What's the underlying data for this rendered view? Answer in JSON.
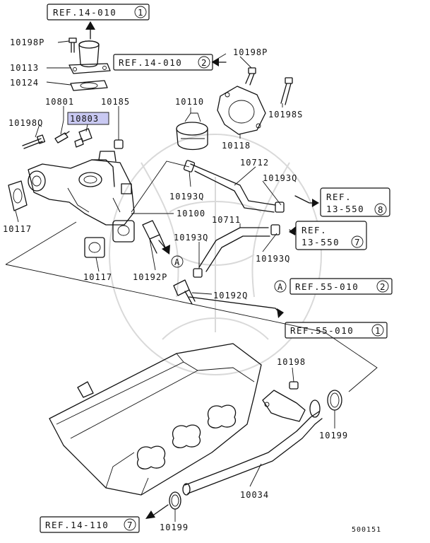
{
  "diagram": {
    "part_labels": {
      "p10198P_a": "10198P",
      "p10113": "10113",
      "p10124": "10124",
      "p10801": "10801",
      "p10803": "10803",
      "p10185": "10185",
      "p10198Q": "10198Q",
      "p10117_a": "10117",
      "p10117_b": "10117",
      "p10198P_b": "10198P",
      "p10110": "10110",
      "p10198S": "10198S",
      "p10118": "10118",
      "p10712": "10712",
      "p10193Q_a": "10193Q",
      "p10193Q_b": "10193Q",
      "p10193Q_c": "10193Q",
      "p10193Q_d": "10193Q",
      "p10711": "10711",
      "p10100": "10100",
      "p10192P": "10192P",
      "p10192Q": "10192Q",
      "p10198": "10198",
      "p10199_a": "10199",
      "p10199_b": "10199",
      "p10034": "10034"
    },
    "refs": {
      "r1": {
        "text": "REF.14-010",
        "num": "1"
      },
      "r2": {
        "text": "REF.14-010",
        "num": "2"
      },
      "r3": {
        "text1": "REF.",
        "text2": "13-550",
        "num": "8"
      },
      "r4": {
        "text1": "REF.",
        "text2": "13-550",
        "num": "7"
      },
      "r5": {
        "text": "REF.55-010",
        "num": "2"
      },
      "r6": {
        "text": "REF.55-010",
        "num": "1"
      },
      "r7": {
        "text": "REF.14-110",
        "num": "7"
      }
    },
    "callout_letter": "A",
    "callout_letter_b": "A",
    "diagram_number": "500151"
  }
}
